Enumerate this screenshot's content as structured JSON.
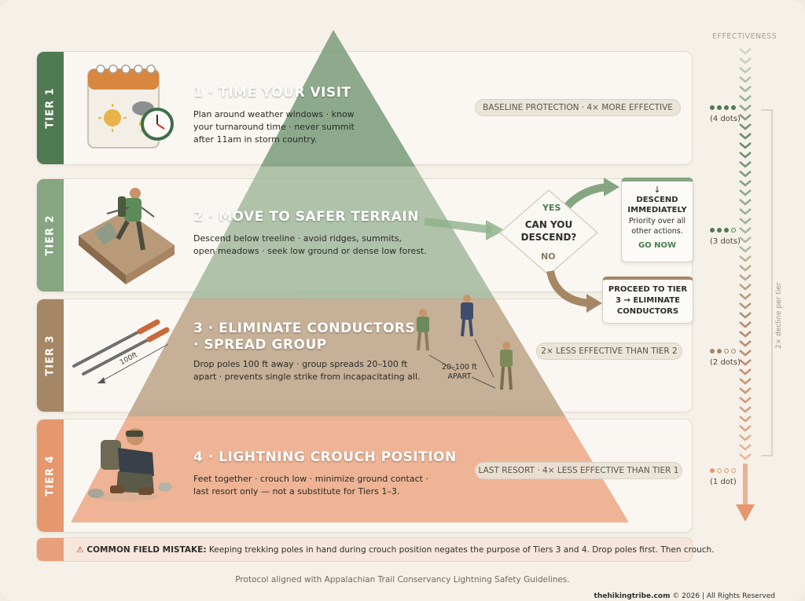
{
  "colors": {
    "tier1": "#4f7a52",
    "tier2": "#86a682",
    "tier3": "#a58766",
    "tier4": "#e5976e",
    "accent_green": "#4f7a52",
    "accent_brown": "#a58766",
    "accent_orange": "#e5976e"
  },
  "effectiveness": {
    "title": "EFFECTIVENESS",
    "decline_label": "2× decline per tier"
  },
  "tiers": [
    {
      "tab": "TIER 1",
      "title": "1 · TIME YOUR VISIT",
      "desc_lines": [
        "Plan around weather windows · know",
        "your turnaround time · never summit",
        "after 11am in storm country."
      ],
      "pill": "BASELINE PROTECTION · 4× MORE EFFECTIVE",
      "dots_filled": 4,
      "dots_label": "(4 dots)",
      "illustration_icon": "calendar-clock-icon"
    },
    {
      "tab": "TIER 2",
      "title": "2 · MOVE TO SAFER TERRAIN",
      "desc_lines": [
        "Descend below treeline · avoid ridges, summits,",
        "open meadows · seek low ground or dense low forest."
      ],
      "dots_filled": 3,
      "dots_label": "(3 dots)",
      "illustration_icon": "hiker-descending-icon"
    },
    {
      "tab": "TIER 3",
      "title_lines": [
        "3 · ELIMINATE CONDUCTORS",
        "· SPREAD GROUP"
      ],
      "desc_lines": [
        "Drop poles 100 ft away · group spreads 20–100 ft",
        "apart · prevents single strike from incapacitating all."
      ],
      "pill": "2× LESS EFFECTIVE THAN TIER 2",
      "dots_filled": 2,
      "dots_label": "(2 dots)",
      "poles_distance": "100ft",
      "spread_label_lines": [
        "20–100 ft",
        "APART"
      ],
      "illustration_icon": "trekking-poles-icon"
    },
    {
      "tab": "TIER 4",
      "title": "4 · LIGHTNING CROUCH POSITION",
      "desc_lines": [
        "Feet together · crouch low · minimize ground contact ·",
        "last resort only — not a substitute for Tiers 1–3."
      ],
      "pill": "LAST RESORT · 4× LESS EFFECTIVE THAN TIER 1",
      "dots_filled": 1,
      "dots_label": "(1 dot)",
      "illustration_icon": "crouching-hiker-icon"
    }
  ],
  "decision": {
    "question_lines": [
      "CAN YOU",
      "DESCEND?"
    ],
    "yes": "YES",
    "no": "NO",
    "yes_box": {
      "heading_lines": [
        "DESCEND",
        "IMMEDIATELY"
      ],
      "body_lines": [
        "Priority over all",
        "other actions."
      ],
      "action": "GO NOW"
    },
    "no_box": {
      "lines": [
        "PROCEED TO TIER",
        "3 → ELIMINATE",
        "CONDUCTORS"
      ]
    }
  },
  "mistake": {
    "label": "COMMON FIELD MISTAKE:",
    "text": " Keeping trekking poles in hand during crouch position negates the purpose of Tiers 3 and 4. Drop poles first. Then crouch."
  },
  "footer": "Protocol aligned with Appalachian Trail Conservancy Lightning Safety Guidelines.",
  "copyright": {
    "site": "thehikingtribe.com",
    "rest": " © 2026 | All Rights Reserved"
  }
}
